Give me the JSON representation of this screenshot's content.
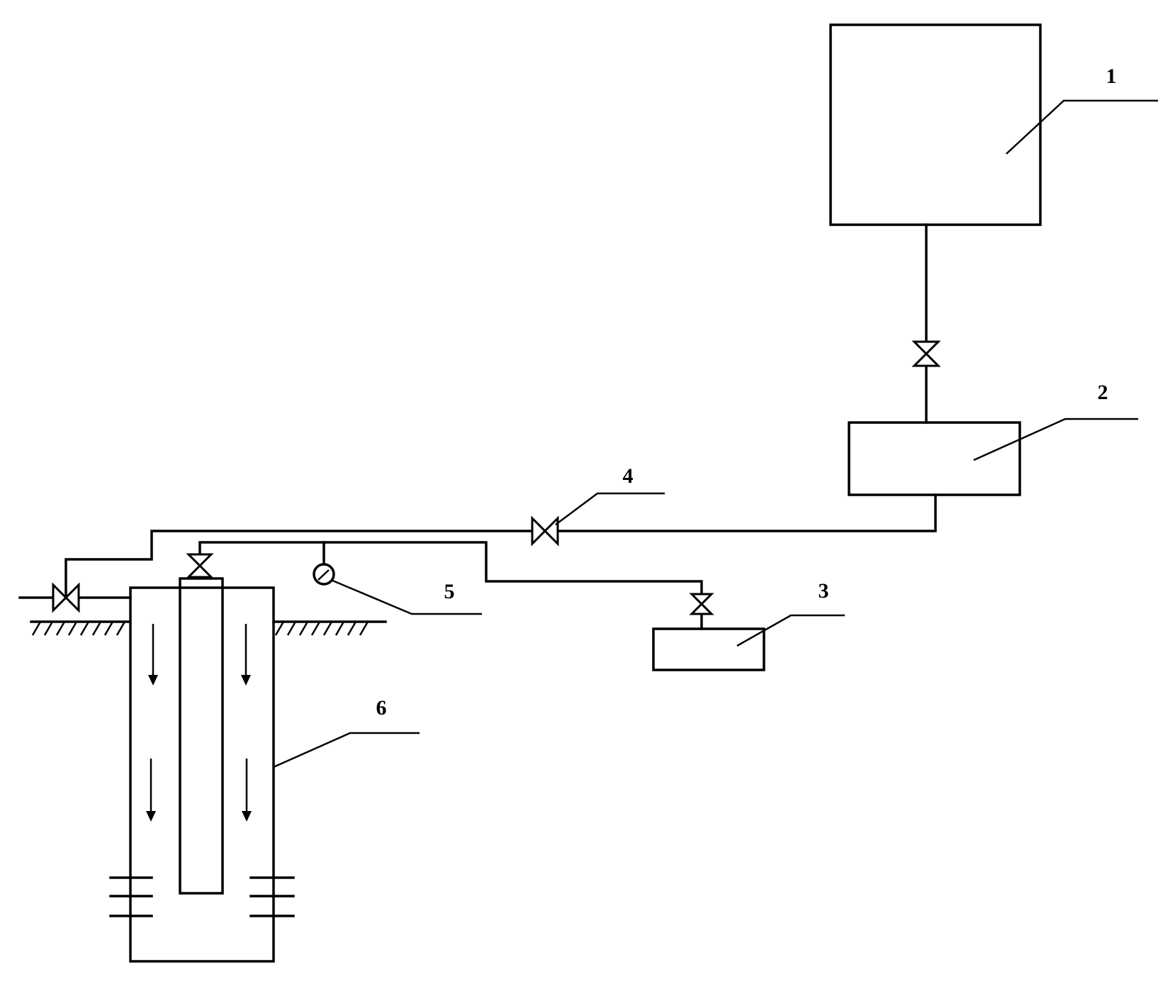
{
  "labels": {
    "tank": "1",
    "buffer_vessel": "2",
    "collector": "3",
    "valve": "4",
    "gauge": "5",
    "well": "6"
  }
}
